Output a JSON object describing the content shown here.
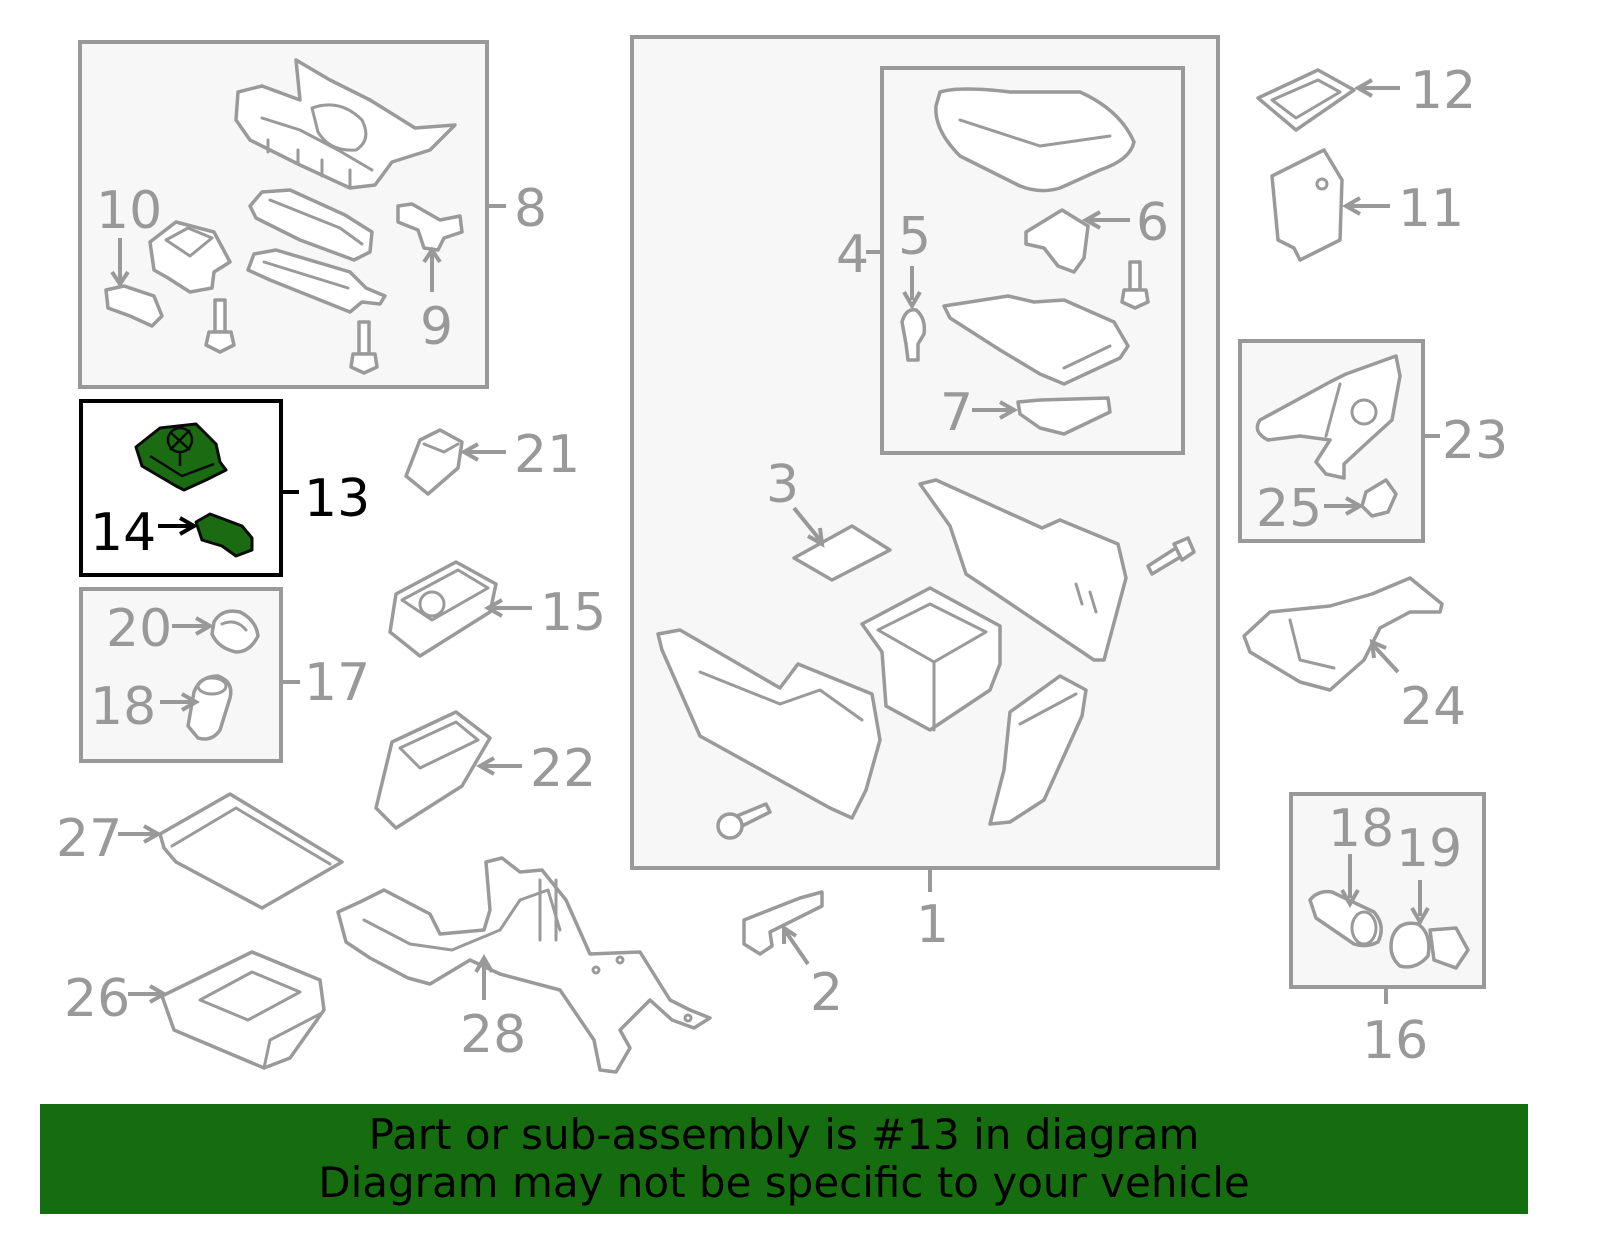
{
  "callouts": {
    "n1": "1",
    "n2": "2",
    "n3": "3",
    "n4": "4",
    "n5": "5",
    "n6": "6",
    "n7": "7",
    "n8": "8",
    "n9": "9",
    "n10": "10",
    "n11": "11",
    "n12": "12",
    "n13": "13",
    "n14": "14",
    "n15": "15",
    "n16": "16",
    "n17": "17",
    "n18a": "18",
    "n18b": "18",
    "n19": "19",
    "n20": "20",
    "n21": "21",
    "n22": "22",
    "n23": "23",
    "n24": "24",
    "n25": "25",
    "n26": "26",
    "n27": "27",
    "n28": "28"
  },
  "highlighted_part": "13",
  "colors": {
    "highlight": "#1a6b12",
    "banner": "#156d10",
    "outline": "#999999"
  },
  "banner": {
    "line1": "Part or sub-assembly is #13 in diagram",
    "line2": "Diagram may not be specific to your vehicle"
  }
}
